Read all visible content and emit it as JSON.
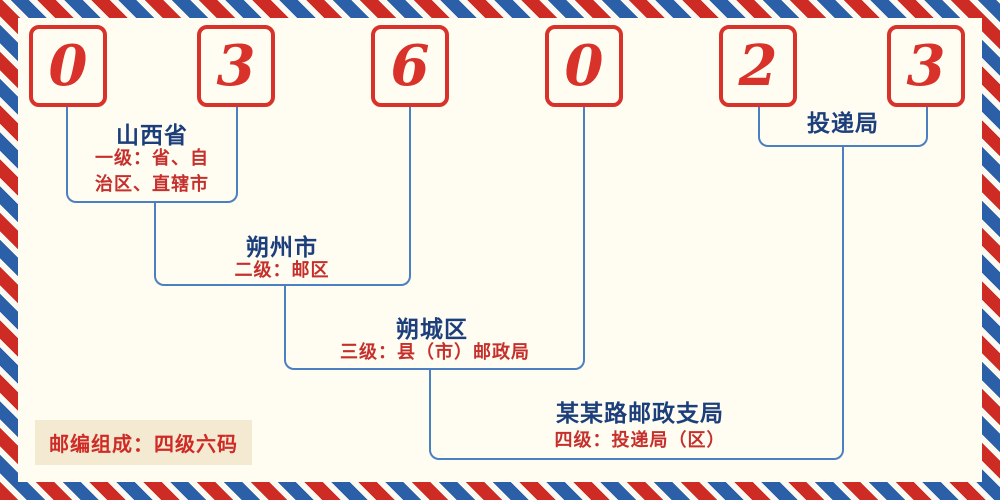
{
  "postal_code": {
    "digits": [
      "0",
      "3",
      "6",
      "0",
      "2",
      "3"
    ]
  },
  "levels": [
    {
      "name": "山西省",
      "desc": "一级：省、自\n治区、直辖市"
    },
    {
      "name": "朔州市",
      "desc": "二级：邮区"
    },
    {
      "name": "朔城区",
      "desc": "三级：县（市）邮政局"
    },
    {
      "name": "投递局",
      "desc": ""
    },
    {
      "name": "某某路邮政支局",
      "desc": "四级：投递局（区）"
    }
  ],
  "footer_badge": "邮编组成：四级六码",
  "colors": {
    "digit_red": "#d8322a",
    "place_name_blue": "#1c3f7c",
    "desc_red": "#c5302c",
    "line_blue": "#4a7fc1",
    "badge_bg": "#f4ead2",
    "stripe_red": "#ce2b24",
    "stripe_blue": "#2b5fa8",
    "background": "#fffdf2"
  }
}
